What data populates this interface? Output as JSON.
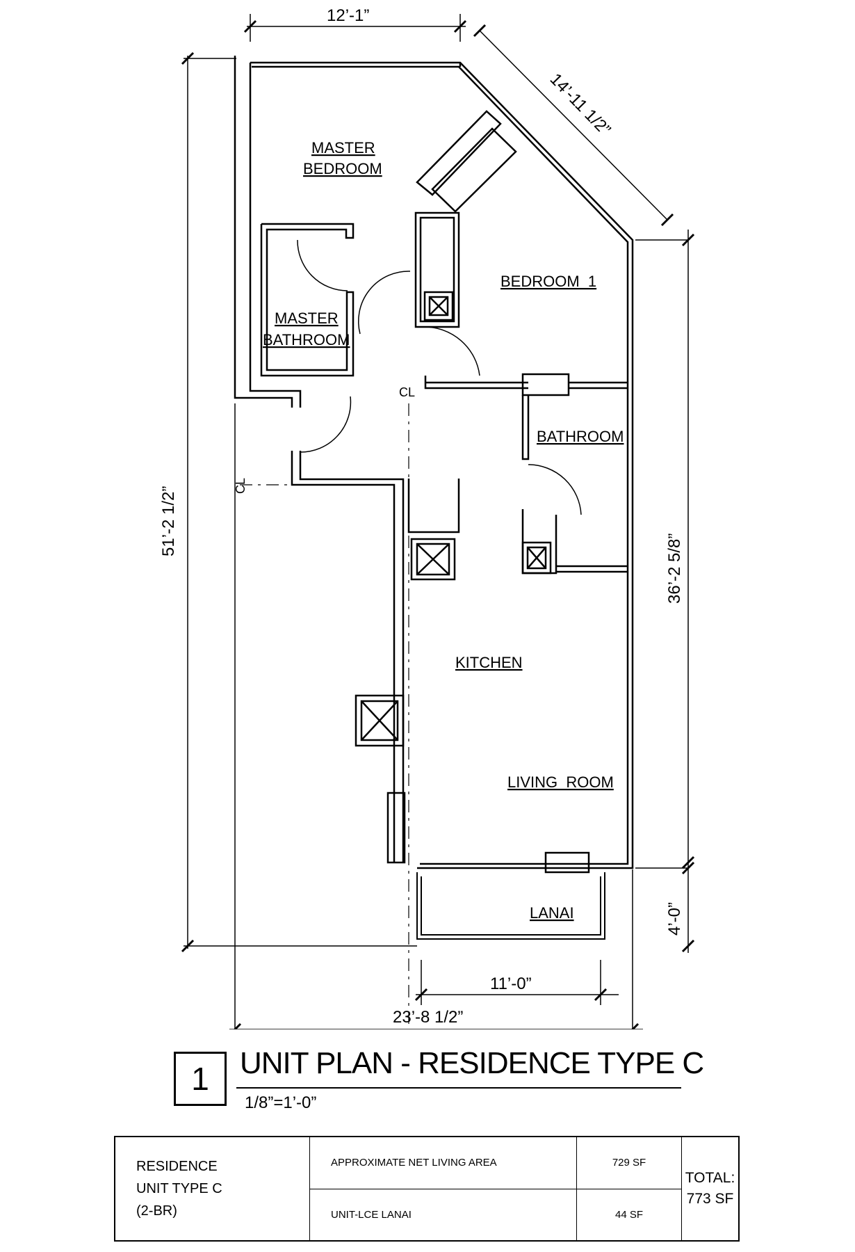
{
  "rooms": {
    "master_bedroom": [
      "MASTER",
      "BEDROOM"
    ],
    "master_bathroom": [
      "MASTER",
      "BATHROOM"
    ],
    "bedroom1": "BEDROOM  1",
    "bathroom": "BATHROOM",
    "kitchen": "KITCHEN",
    "living_room": "LIVING  ROOM",
    "lanai": "LANAI"
  },
  "dimensions": {
    "top": "12’-1”",
    "angled": "14’-11 1/2”",
    "left_total": "51’-2 1/2”",
    "right_main": "36’-2 5/8”",
    "right_lanai": "4’-0”",
    "lanai_width": "11’-0”",
    "bottom_total": "23’-8 1/2”"
  },
  "centerline": "CL",
  "title": {
    "number": "1",
    "text": "UNIT PLAN - RESIDENCE TYPE C",
    "scale": "1/8”=1’-0”"
  },
  "area_table": {
    "residence": [
      "RESIDENCE",
      "UNIT TYPE C",
      "(2-BR)"
    ],
    "rows": [
      {
        "label": "APPROXIMATE NET LIVING AREA",
        "value": "729 SF"
      },
      {
        "label": "UNIT-LCE LANAI",
        "value": "44 SF"
      }
    ],
    "total": [
      "TOTAL:",
      "773 SF"
    ]
  }
}
